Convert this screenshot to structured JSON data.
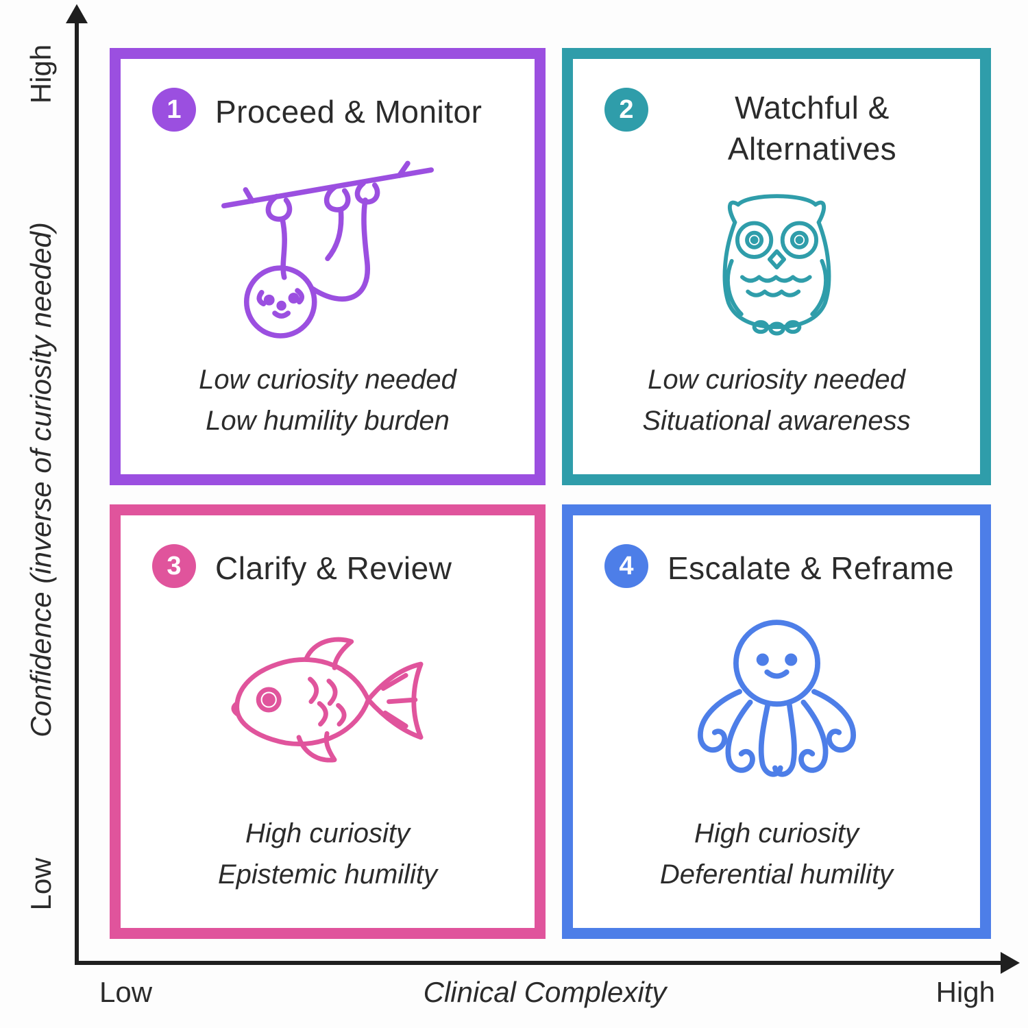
{
  "axes": {
    "y_axis": {
      "label": "Confidence (inverse of curiosity needed)",
      "top_tick": "High",
      "bottom_tick": "Low"
    },
    "x_axis": {
      "label": "Clinical Complexity",
      "left_tick": "Low",
      "right_tick": "High"
    }
  },
  "quadrants": [
    {
      "number": "1",
      "title": "Proceed & Monitor",
      "icon": "sloth-icon",
      "color": "#9b4fe0",
      "lines": [
        "Low curiosity needed",
        "Low humility burden"
      ]
    },
    {
      "number": "2",
      "title": "Watchful & Alternatives",
      "icon": "owl-icon",
      "color": "#2f9daa",
      "lines": [
        "Low curiosity needed",
        "Situational awareness"
      ]
    },
    {
      "number": "3",
      "title": "Clarify & Review",
      "icon": "fish-icon",
      "color": "#e0549c",
      "lines": [
        "High curiosity",
        "Epistemic humility"
      ]
    },
    {
      "number": "4",
      "title": "Escalate & Reframe",
      "icon": "octopus-icon",
      "color": "#4d7ee8",
      "lines": [
        "High curiosity",
        "Deferential humility"
      ]
    }
  ],
  "colors": {
    "axis": "#1f1f1f",
    "text": "#2b2b2b",
    "background": "#fdfdfd"
  }
}
